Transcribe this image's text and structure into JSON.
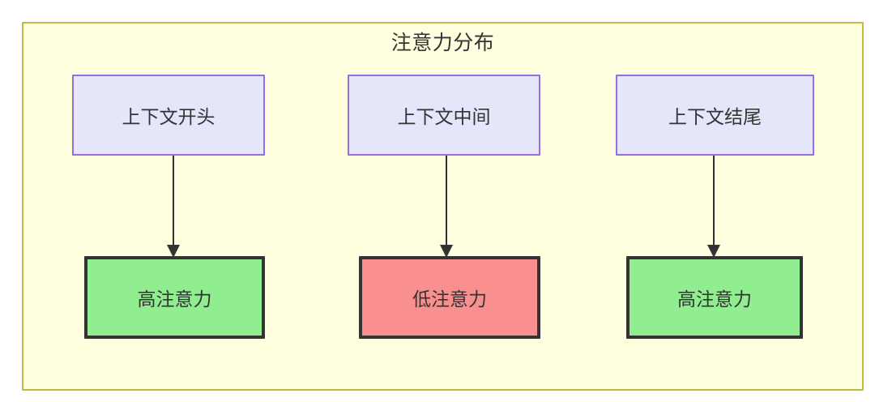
{
  "diagram": {
    "title": "注意力分布",
    "container": {
      "fill_color": "#ffffe0",
      "border_color": "#bfbf3f"
    },
    "context_nodes": [
      {
        "id": "ctx-start",
        "label": "上下文开头",
        "fill_color": "#e6e6fa",
        "border_color": "#9370db"
      },
      {
        "id": "ctx-middle",
        "label": "上下文中间",
        "fill_color": "#e6e6fa",
        "border_color": "#9370db"
      },
      {
        "id": "ctx-end",
        "label": "上下文结尾",
        "fill_color": "#e6e6fa",
        "border_color": "#9370db"
      }
    ],
    "attention_nodes": [
      {
        "id": "high-1",
        "label": "高注意力",
        "fill_color": "#90ee90",
        "border_color": "#333333"
      },
      {
        "id": "low-1",
        "label": "低注意力",
        "fill_color": "#fa8f8f",
        "border_color": "#333333"
      },
      {
        "id": "high-2",
        "label": "高注意力",
        "fill_color": "#90ee90",
        "border_color": "#333333"
      }
    ],
    "edges": [
      {
        "from": "ctx-start",
        "to": "high-1",
        "label": ""
      },
      {
        "from": "ctx-middle",
        "to": "low-1",
        "label": ""
      },
      {
        "from": "ctx-end",
        "to": "high-2",
        "label": ""
      }
    ]
  }
}
